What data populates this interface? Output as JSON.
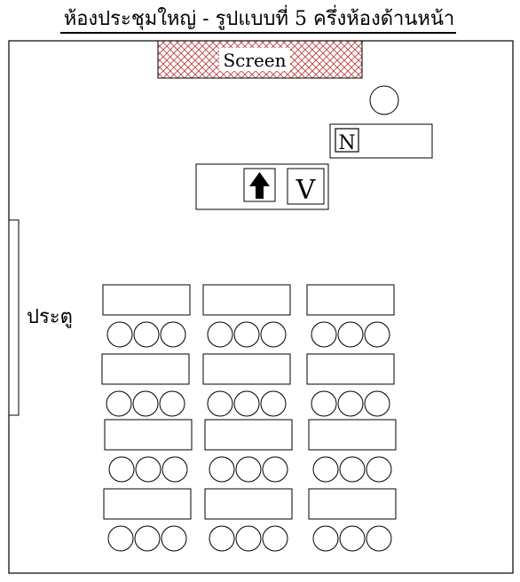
{
  "title": "ห้องประชุมใหญ่ - รูปแบบที่ 5 ครึ่งห้องด้านหน้า",
  "screen_label": "Screen",
  "door_label": "ประตู",
  "lectern_label": "N",
  "projector_label": "V",
  "arrow_icon": "up-arrow-icon",
  "colors": {
    "line": "#000000",
    "background": "#ffffff",
    "hatch": "#c04040"
  },
  "seating": {
    "rows": 4,
    "table_groups_per_row": 3,
    "chairs_per_table": 3
  }
}
